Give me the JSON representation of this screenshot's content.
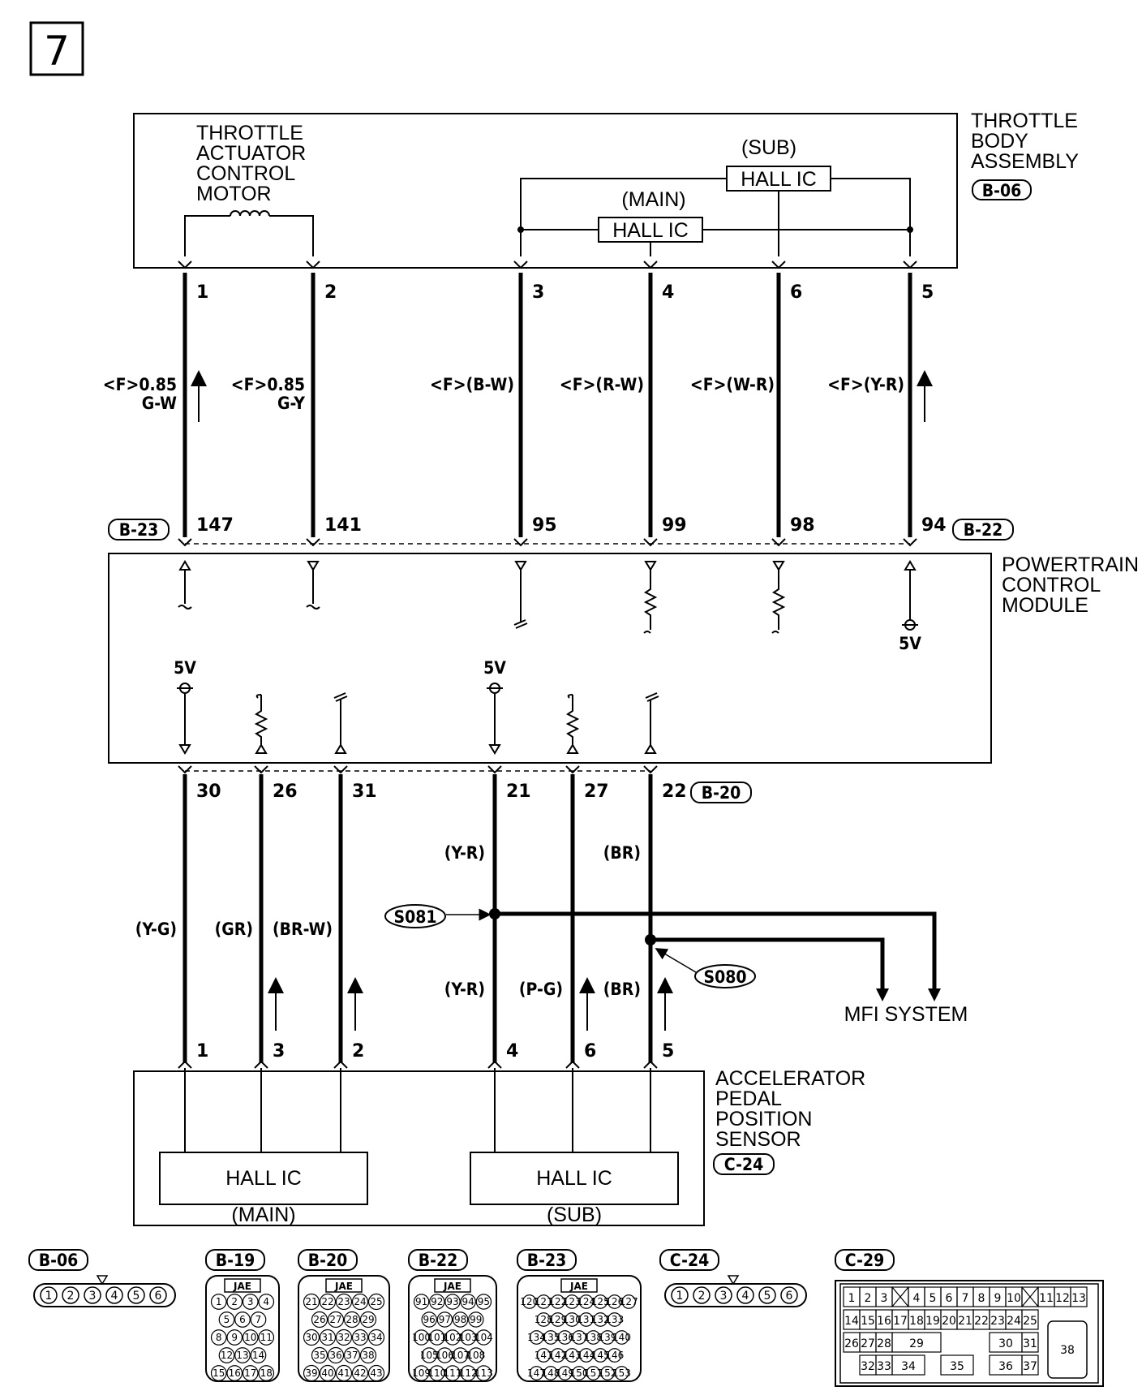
{
  "page_number": "7",
  "throttle_body": {
    "assembly_label": [
      "THROTTLE",
      "BODY",
      "ASSEMBLY"
    ],
    "connector": "B-06",
    "motor_label": [
      "THROTTLE",
      "ACTUATOR",
      "CONTROL",
      "MOTOR"
    ],
    "sub_label": "(SUB)",
    "main_label": "(MAIN)",
    "hall_ic": "HALL IC",
    "pins": [
      "1",
      "2",
      "3",
      "4",
      "6",
      "5"
    ]
  },
  "upper_wires": [
    {
      "code": "<F>0.85",
      "color": "G-W"
    },
    {
      "code": "<F>0.85",
      "color": "G-Y"
    },
    {
      "code": "<F>(B-W)",
      "color": ""
    },
    {
      "code": "<F>(R-W)",
      "color": ""
    },
    {
      "code": "<F>(W-R)",
      "color": ""
    },
    {
      "code": "<F>(Y-R)",
      "color": ""
    }
  ],
  "pcm": {
    "label": [
      "POWERTRAIN",
      "CONTROL",
      "MODULE"
    ],
    "upper_connector_left": "B-23",
    "upper_connector_right": "B-22",
    "upper_pins": [
      "147",
      "141",
      "95",
      "99",
      "98",
      "94"
    ],
    "lower_connector": "B-20",
    "lower_pins": [
      "30",
      "26",
      "31",
      "21",
      "27",
      "22"
    ],
    "voltage": "5V"
  },
  "lower_wires": {
    "colors": [
      "(Y-G)",
      "(GR)",
      "(BR-W)",
      "(Y-R)",
      "(P-G)",
      "(BR)"
    ],
    "upper_colors": [
      "(Y-R)",
      "(BR)"
    ],
    "splice_1": "S081",
    "splice_2": "S080",
    "mfi": "MFI SYSTEM"
  },
  "app_sensor": {
    "label": [
      "ACCELERATOR",
      "PEDAL",
      "POSITION",
      "SENSOR"
    ],
    "connector": "C-24",
    "pins": [
      "1",
      "3",
      "2",
      "4",
      "6",
      "5"
    ],
    "hall_ic": "HALL IC",
    "main": "(MAIN)",
    "sub": "(SUB)"
  },
  "connectors": [
    {
      "id": "B-06",
      "pins": [
        "1",
        "2",
        "3",
        "4",
        "5",
        "6"
      ]
    },
    {
      "id": "B-19",
      "tag": "JAE",
      "rows": [
        [
          "1",
          "2",
          "3",
          "4"
        ],
        [
          "5",
          "6",
          "7"
        ],
        [
          "8",
          "9",
          "10",
          "11"
        ],
        [
          "12",
          "13",
          "14"
        ],
        [
          "15",
          "16",
          "17",
          "18"
        ]
      ]
    },
    {
      "id": "B-20",
      "tag": "JAE",
      "rows": [
        [
          "21",
          "22",
          "23",
          "24",
          "25"
        ],
        [
          "26",
          "27",
          "28",
          "29"
        ],
        [
          "30",
          "31",
          "32",
          "33",
          "34"
        ],
        [
          "35",
          "36",
          "37",
          "38"
        ],
        [
          "39",
          "40",
          "41",
          "42",
          "43"
        ]
      ]
    },
    {
      "id": "B-22",
      "tag": "JAE",
      "rows": [
        [
          "91",
          "92",
          "93",
          "94",
          "95"
        ],
        [
          "96",
          "97",
          "98",
          "99"
        ],
        [
          "100",
          "101",
          "102",
          "103",
          "104"
        ],
        [
          "105",
          "106",
          "107",
          "108"
        ],
        [
          "109",
          "110",
          "111",
          "112",
          "113"
        ]
      ]
    },
    {
      "id": "B-23",
      "tag": "JAE",
      "rows": [
        [
          "120",
          "121",
          "122",
          "123",
          "124",
          "125",
          "126",
          "127"
        ],
        [
          "128",
          "129",
          "130",
          "131",
          "132",
          "133"
        ],
        [
          "134",
          "135",
          "136",
          "137",
          "138",
          "139",
          "140"
        ],
        [
          "141",
          "142",
          "143",
          "144",
          "145",
          "146"
        ],
        [
          "147",
          "148",
          "149",
          "150",
          "151",
          "152",
          "153"
        ]
      ]
    },
    {
      "id": "C-24",
      "pins": [
        "1",
        "2",
        "3",
        "4",
        "5",
        "6"
      ]
    },
    {
      "id": "C-29",
      "rows": [
        [
          "1",
          "2",
          "3",
          "",
          "4",
          "5",
          "6",
          "7",
          "8",
          "9",
          "10",
          "",
          "11",
          "12",
          "13"
        ],
        [
          "14",
          "15",
          "16",
          "17",
          "18",
          "19",
          "20",
          "21",
          "22",
          "23",
          "24",
          "25"
        ],
        [
          "26",
          "27",
          "28",
          "29",
          "30",
          "31",
          "38"
        ],
        [
          "32",
          "33",
          "34",
          "35",
          "36",
          "37"
        ]
      ]
    }
  ]
}
